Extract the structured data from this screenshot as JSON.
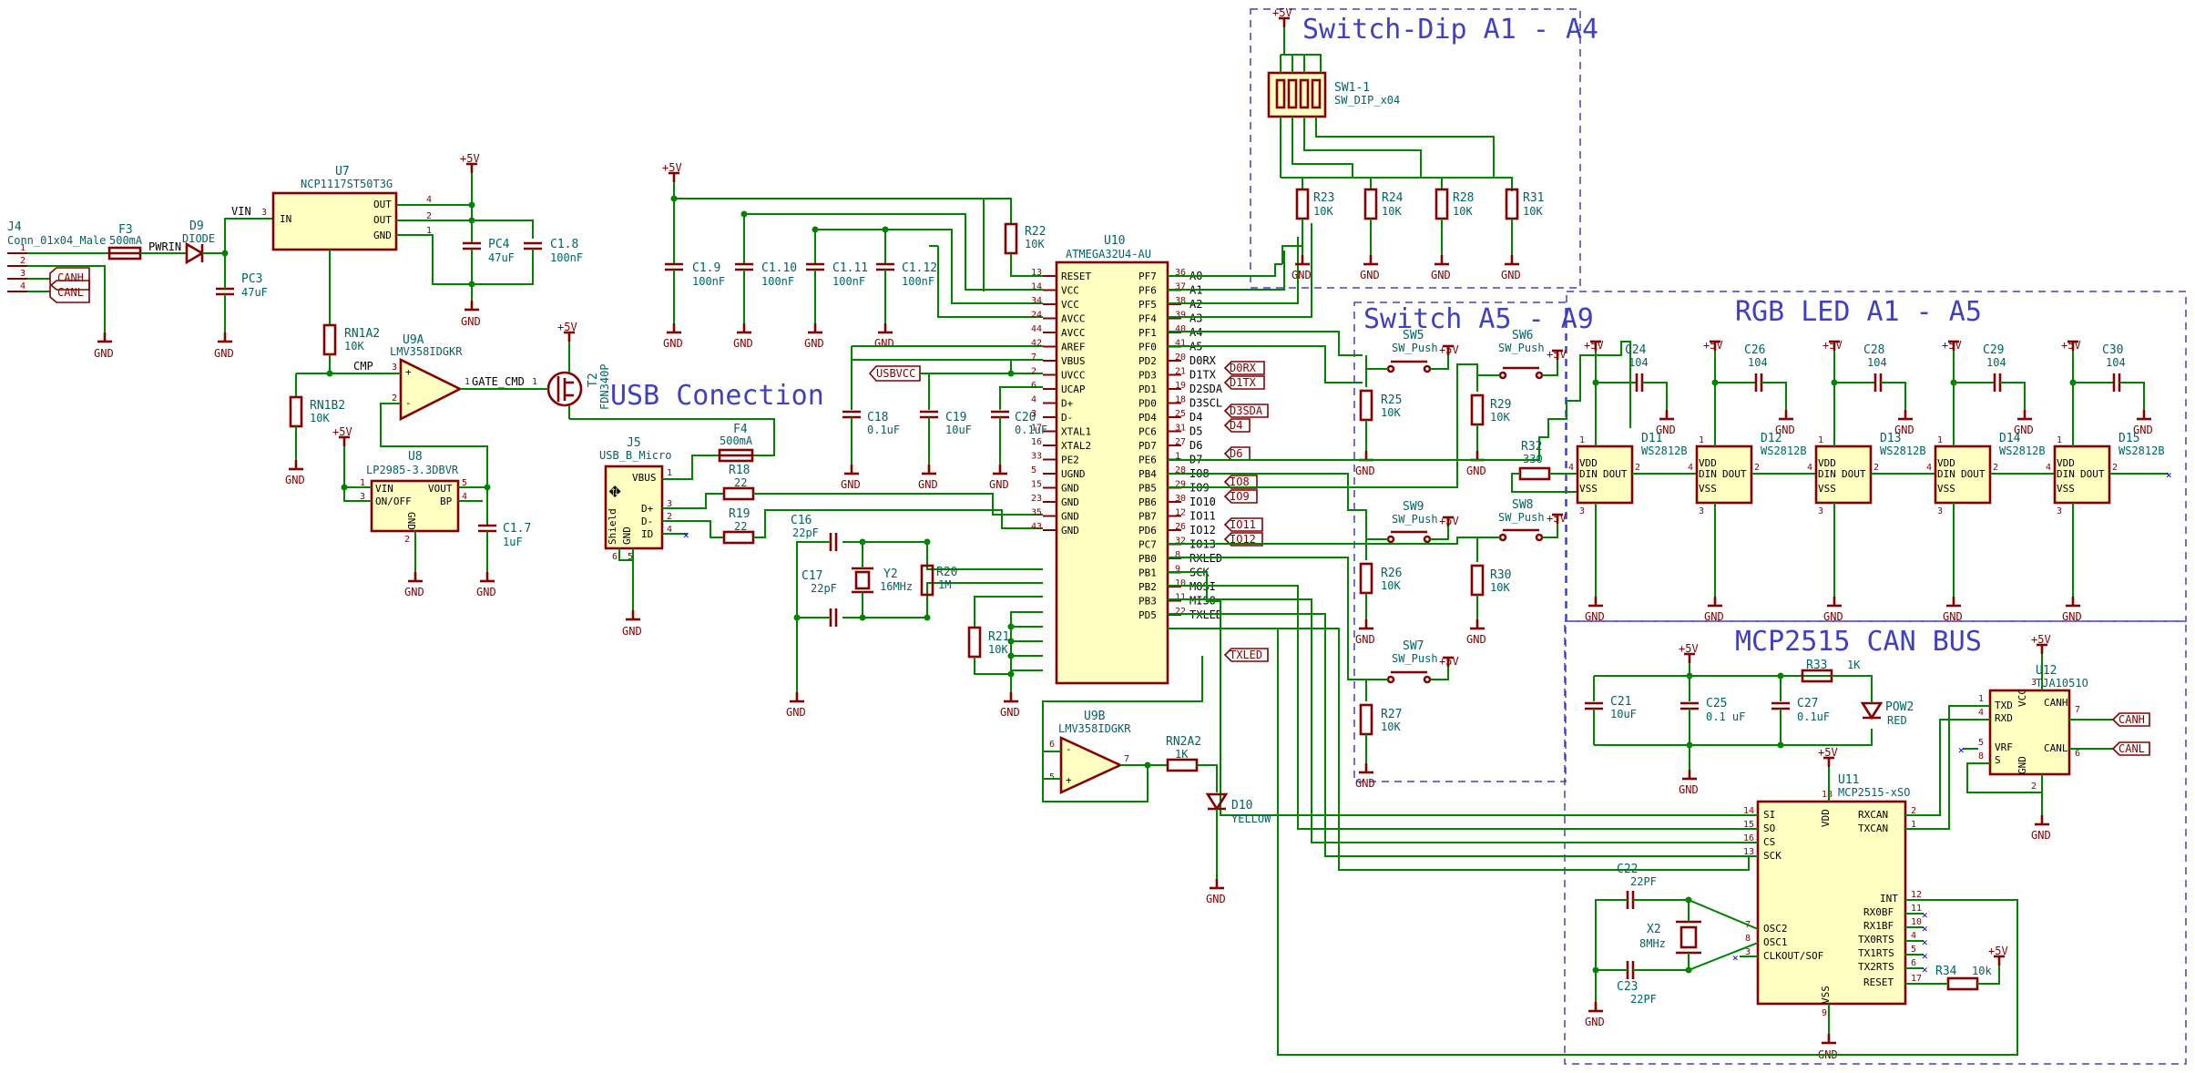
{
  "titles": {
    "dip": "Switch-Dip A1 - A4",
    "sw": "Switch A5 - A9",
    "rgb": "RGB LED A1 - A5",
    "usb": "USB Conection",
    "can": "MCP2515 CAN BUS"
  },
  "power": {
    "p5v": "+5V",
    "gnd": "GND"
  },
  "nets": {
    "vin": "VIN",
    "pwrin": "PWRIN",
    "cmp": "CMP",
    "gate": "GATE_CMD",
    "usbvcc": "USBVCC",
    "d0rx": "D0RX",
    "d1tx": "D1TX",
    "d3sda": "D3SDA",
    "d4": "D4",
    "d6": "D6",
    "io8": "IO8",
    "io9": "IO9",
    "io11": "IO11",
    "io12": "IO12",
    "txled": "TXLED",
    "canh": "CANH",
    "canl": "CANL"
  },
  "conn": {
    "ref": "J4",
    "val": "Conn_01x04_Male",
    "p": [
      "1",
      "2",
      "3",
      "4"
    ]
  },
  "fuse": {
    "ref": "F3",
    "val": "500mA"
  },
  "diode": {
    "ref": "D9",
    "val": "DIODE"
  },
  "u7": {
    "ref": "U7",
    "val": "NCP1117ST50T3G",
    "in": "IN",
    "out1": "OUT",
    "out2": "OUT",
    "gnd": "GND",
    "p_in": "3",
    "p_o1": "4",
    "p_o2": "2",
    "p_g": "1"
  },
  "pc3": {
    "ref": "PC3",
    "val": "47uF"
  },
  "pc4": {
    "ref": "PC4",
    "val": "47uF"
  },
  "c18": {
    "ref": "C1.8",
    "val": "100nF"
  },
  "rn1a": {
    "ref": "RN1A2",
    "val": "10K"
  },
  "rn1b": {
    "ref": "RN1B2",
    "val": "10K"
  },
  "u9a": {
    "ref": "U9A",
    "val": "LMV358IDGKR",
    "pp": "3",
    "pm": "2",
    "po": "1"
  },
  "u8": {
    "ref": "U8",
    "val": "LP2985-3.3DBVR",
    "vin": "VIN",
    "onoff": "ON/OFF",
    "vout": "VOUT",
    "bp": "BP",
    "gnd": "GND",
    "p1": "1",
    "p3": "3",
    "p5": "5",
    "p4": "4",
    "p2": "2"
  },
  "c17b": {
    "ref": "C1.7",
    "val": "1uF"
  },
  "q": {
    "ref": "T2",
    "val": "FDN340P",
    "p1": "1"
  },
  "j5": {
    "ref": "J5",
    "val": "USB_B_Micro",
    "vbus": "VBUS",
    "dp": "D+",
    "dm": "D-",
    "id": "ID",
    "shield": "Shield",
    "gnd": "GND",
    "p1": "1",
    "p2": "2",
    "p3": "3",
    "p4": "4",
    "p5": "5",
    "p6": "6"
  },
  "f4": {
    "ref": "F4",
    "val": "500mA"
  },
  "r18": {
    "ref": "R18",
    "val": "22"
  },
  "r19": {
    "ref": "R19",
    "val": "22"
  },
  "c19a": {
    "ref": "C1.9",
    "val": "100nF"
  },
  "c110": {
    "ref": "C1.10",
    "val": "100nF"
  },
  "c111": {
    "ref": "C1.11",
    "val": "100nF"
  },
  "c112": {
    "ref": "C1.12",
    "val": "100nF"
  },
  "r22": {
    "ref": "R22",
    "val": "10K"
  },
  "c18b": {
    "ref": "C18",
    "val": "0.1uF"
  },
  "c19": {
    "ref": "C19",
    "val": "10uF"
  },
  "c20": {
    "ref": "C20",
    "val": "0.1uF"
  },
  "c16": {
    "ref": "C16",
    "val": "22pF"
  },
  "c17": {
    "ref": "C17",
    "val": "22pF"
  },
  "y2": {
    "ref": "Y2",
    "val": "16MHz"
  },
  "r20": {
    "ref": "R20",
    "val": "1M"
  },
  "r21": {
    "ref": "R21",
    "val": "10K"
  },
  "u10": {
    "ref": "U10",
    "val": "ATMEGA32U4-AU",
    "left": [
      {
        "n": "RESET",
        "p": "13"
      },
      {
        "n": "VCC",
        "p": "14"
      },
      {
        "n": "VCC",
        "p": "34"
      },
      {
        "n": "AVCC",
        "p": "24"
      },
      {
        "n": "AVCC",
        "p": "44"
      },
      {
        "n": "AREF",
        "p": "42"
      },
      {
        "n": "VBUS",
        "p": "7"
      },
      {
        "n": "UVCC",
        "p": "2"
      },
      {
        "n": "UCAP",
        "p": "6"
      },
      {
        "n": "D+",
        "p": "4"
      },
      {
        "n": "D-",
        "p": "3"
      },
      {
        "n": "XTAL1",
        "p": "17"
      },
      {
        "n": "XTAL2",
        "p": "16"
      },
      {
        "n": "PE2",
        "p": "33"
      },
      {
        "n": "UGND",
        "p": "5"
      },
      {
        "n": "GND",
        "p": "15"
      },
      {
        "n": "GND",
        "p": "23"
      },
      {
        "n": "GND",
        "p": "35"
      },
      {
        "n": "GND",
        "p": "43"
      }
    ],
    "right": [
      {
        "n": "PF7",
        "p": "36",
        "s": "A0"
      },
      {
        "n": "PF6",
        "p": "37",
        "s": "A1"
      },
      {
        "n": "PF5",
        "p": "38",
        "s": "A2"
      },
      {
        "n": "PF4",
        "p": "39",
        "s": "A3"
      },
      {
        "n": "PF1",
        "p": "40",
        "s": "A4"
      },
      {
        "n": "PF0",
        "p": "41",
        "s": "A5"
      },
      {
        "n": "PD2",
        "p": "20",
        "s": "D0RX"
      },
      {
        "n": "PD3",
        "p": "21",
        "s": "D1TX"
      },
      {
        "n": "PD1",
        "p": "19",
        "s": "D2SDA"
      },
      {
        "n": "PD0",
        "p": "18",
        "s": "D3SCL"
      },
      {
        "n": "PD4",
        "p": "25",
        "s": "D4"
      },
      {
        "n": "PC6",
        "p": "31",
        "s": "D5"
      },
      {
        "n": "PD7",
        "p": "27",
        "s": "D6"
      },
      {
        "n": "PE6",
        "p": "1",
        "s": "D7"
      },
      {
        "n": "PB4",
        "p": "28",
        "s": "IO8"
      },
      {
        "n": "PB5",
        "p": "29",
        "s": "IO9"
      },
      {
        "n": "PB6",
        "p": "30",
        "s": "IO10"
      },
      {
        "n": "PB7",
        "p": "12",
        "s": "IO11"
      },
      {
        "n": "PD6",
        "p": "26",
        "s": "IO12"
      },
      {
        "n": "PC7",
        "p": "32",
        "s": "IO13"
      },
      {
        "n": "PB0",
        "p": "8",
        "s": "RXLED"
      },
      {
        "n": "PB1",
        "p": "9",
        "s": "SCK"
      },
      {
        "n": "PB2",
        "p": "10",
        "s": "MOSI"
      },
      {
        "n": "PB3",
        "p": "11",
        "s": "MISO"
      },
      {
        "n": "PD5",
        "p": "22",
        "s": "TXLED"
      }
    ]
  },
  "u9b": {
    "ref": "U9B",
    "val": "LMV358IDGKR",
    "p5": "5",
    "p6": "6",
    "p7": "7"
  },
  "rn2a": {
    "ref": "RN2A2",
    "val": "1K"
  },
  "d10": {
    "ref": "D10",
    "val": "YELLOW"
  },
  "sw1": {
    "ref": "SW1-1",
    "val": "SW_DIP_x04"
  },
  "dipres": [
    {
      "ref": "R23",
      "val": "10K"
    },
    {
      "ref": "R24",
      "val": "10K"
    },
    {
      "ref": "R28",
      "val": "10K"
    },
    {
      "ref": "R31",
      "val": "10K"
    }
  ],
  "sws": [
    {
      "ref": "SW5",
      "val": "SW_Push"
    },
    {
      "ref": "SW6",
      "val": "SW_Push"
    },
    {
      "ref": "SW9",
      "val": "SW_Push"
    },
    {
      "ref": "SW8",
      "val": "SW_Push"
    },
    {
      "ref": "SW7",
      "val": "SW_Push"
    }
  ],
  "swres": [
    {
      "ref": "R25",
      "val": "10K"
    },
    {
      "ref": "R29",
      "val": "10K"
    },
    {
      "ref": "R26",
      "val": "10K"
    },
    {
      "ref": "R30",
      "val": "10K"
    },
    {
      "ref": "R27",
      "val": "10K"
    }
  ],
  "r32": {
    "ref": "R32",
    "val": "330"
  },
  "leds": [
    {
      "ref": "D11",
      "val": "WS2812B",
      "c": "C24",
      "cv": "104"
    },
    {
      "ref": "D12",
      "val": "WS2812B",
      "c": "C26",
      "cv": "104"
    },
    {
      "ref": "D13",
      "val": "WS2812B",
      "c": "C28",
      "cv": "104"
    },
    {
      "ref": "D14",
      "val": "WS2812B",
      "c": "C29",
      "cv": "104"
    },
    {
      "ref": "D15",
      "val": "WS2812B",
      "c": "C30",
      "cv": "104"
    }
  ],
  "ledpins": {
    "vdd": "VDD",
    "din": "DIN",
    "dout": "DOUT",
    "vss": "VSS",
    "p1": "1",
    "p2": "2",
    "p3": "3",
    "p4": "4"
  },
  "c21": {
    "ref": "C21",
    "val": "10uF"
  },
  "c25": {
    "ref": "C25",
    "val": "0.1 uF"
  },
  "c27": {
    "ref": "C27",
    "val": "0.1uF"
  },
  "r33": {
    "ref": "R33",
    "val": "1K"
  },
  "pow2": {
    "ref": "POW2",
    "val": "RED"
  },
  "u12": {
    "ref": "U12",
    "val": "TJA1051O",
    "txd": "TXD",
    "rxd": "RXD",
    "vrf": "VRF",
    "s": "S",
    "vcc": "VCC",
    "gnd": "GND",
    "canh": "CANH",
    "canl": "CANL",
    "p1": "1",
    "p4": "4",
    "p5": "5",
    "p8": "8",
    "p3": "3",
    "p2": "2",
    "p7": "7",
    "p6": "6"
  },
  "u11": {
    "ref": "U11",
    "val": "MCP2515-xSO",
    "si": "SI",
    "so": "SO",
    "cs": "CS",
    "sck": "SCK",
    "rxcan": "RXCAN",
    "txcan": "TXCAN",
    "vdd": "VDD",
    "vss": "VSS",
    "osc2": "OSC2",
    "osc1": "OSC1",
    "clk": "CLKOUT/SOF",
    "int": "INT",
    "rx0bf": "RX0BF",
    "rx1bf": "RX1BF",
    "tx0rts": "TX0RTS",
    "tx1rts": "TX1RTS",
    "tx2rts": "TX2RTS",
    "reset": "RESET",
    "p14": "14",
    "p15": "15",
    "p16": "16",
    "p13": "13",
    "p2": "2",
    "p1": "1",
    "p18": "18",
    "p7": "7",
    "p8": "8",
    "p3": "3",
    "p12": "12",
    "p11": "11",
    "p10": "10",
    "p4": "4",
    "p5": "5",
    "p6": "6",
    "p17": "17",
    "p9": "9"
  },
  "c22": {
    "ref": "C22",
    "val": "22PF"
  },
  "c23": {
    "ref": "C23",
    "val": "22PF"
  },
  "x2": {
    "ref": "X2",
    "val": "8MHz"
  },
  "r34": {
    "ref": "R34",
    "val": "10k"
  }
}
